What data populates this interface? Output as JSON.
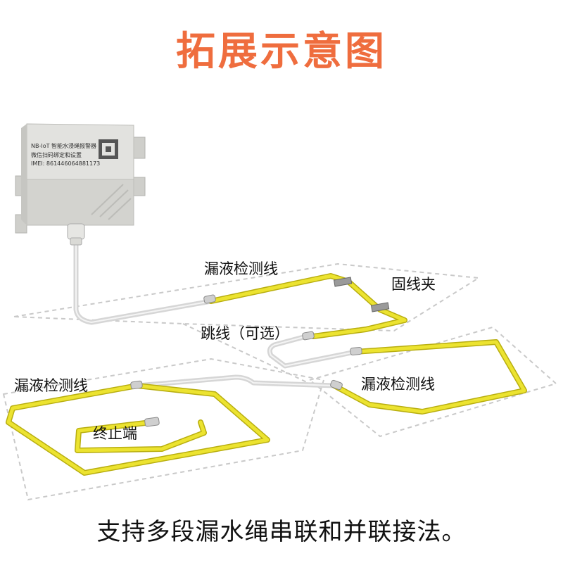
{
  "title": "拓展示意图",
  "caption": "支持多段漏水绳串联和并联接法。",
  "labels": {
    "rope_top": "漏液检测线",
    "clip": "固线夹",
    "jumper": "跳线（可选）",
    "rope_left": "漏液检测线",
    "rope_right": "漏液检测线",
    "terminal": "终止端"
  },
  "device": {
    "line1": "NB-IoT 智能水浸绳报警器",
    "line2": "微信扫码绑定和设置",
    "line3": "IMEI: 861446064881173"
  },
  "colors": {
    "title": "#ef6d3e",
    "rope": "#e6dc2a",
    "rope_edge": "#b8ae10",
    "cable": "#dcdcdc",
    "device": "#d9d9d6",
    "floor_line": "#c9c9c9"
  }
}
